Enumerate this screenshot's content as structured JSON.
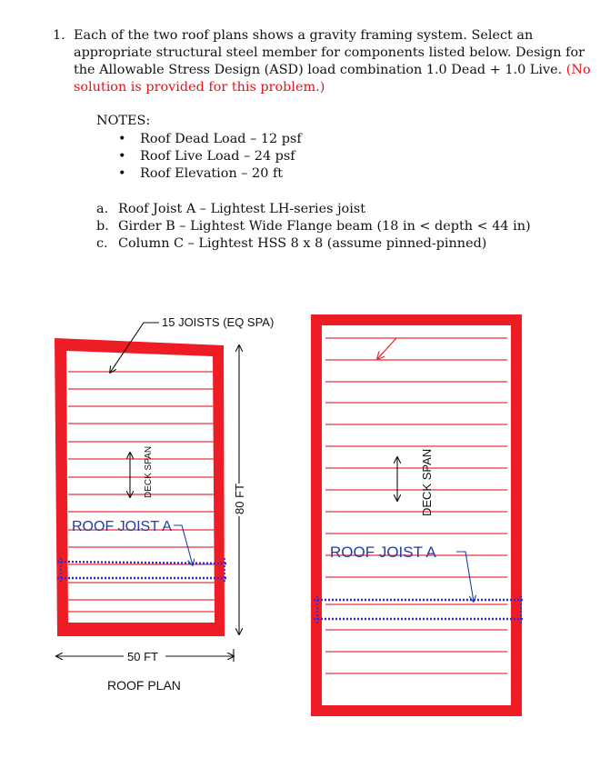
{
  "problem": {
    "number": "1.",
    "line1": "Each of the two roof plans shows a gravity framing system. Select an",
    "line2": "appropriate structural steel member for components listed below. Design for",
    "line3a": "the Allowable Stress Design (ASD) load combination 1.0 Dead + 1.0 Live.",
    "line3b": "(No",
    "line4": "solution is provided for this problem.)"
  },
  "notes": {
    "heading": "NOTES:",
    "items": [
      "Roof Dead Load – 12 psf",
      "Roof Live Load – 24 psf",
      "Roof Elevation – 20 ft"
    ]
  },
  "tasks": [
    {
      "letter": "a.",
      "text": "Roof Joist A – Lightest LH-series joist"
    },
    {
      "letter": "b.",
      "text": "Girder B – Lightest Wide Flange beam (18 in < depth < 44 in)"
    },
    {
      "letter": "c.",
      "text": "Column C – Lightest HSS 8 x 8 (assume pinned-pinned)"
    }
  ],
  "plan1": {
    "joists_label": "15 JOISTS (EQ SPA)",
    "deck_span": "DECK SPAN",
    "roof_joist": "ROOF JOIST A",
    "height": "80 FT",
    "width": "50 FT",
    "title": "ROOF PLAN"
  },
  "plan2": {
    "deck_span": "DECK SPAN",
    "roof_joist": "ROOF JOIST A"
  },
  "colors": {
    "frame": "#ee1c24",
    "joist": "#e8303a",
    "girder": "#2b2bdc",
    "note": "#e0141b"
  }
}
